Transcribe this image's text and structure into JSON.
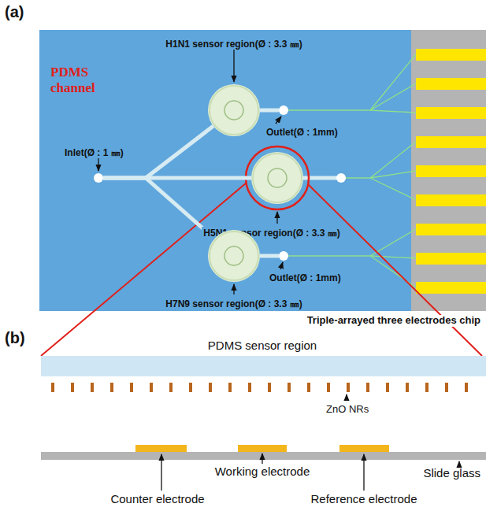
{
  "diagram": {
    "nodes": [
      {
        "text": [
          "H1N1 sensor region(Ø : 3.3 ㎜)"
        ]
      },
      {
        "text": [
          "Outlet(Ø : 1mm)"
        ]
      },
      {
        "text": [
          "Inlet(Ø : 1 ㎜)"
        ]
      },
      {
        "text": [
          "H5N1 sensor region(Ø : 3.3 ㎜)"
        ]
      },
      {
        "text": [
          "Outlet(Ø : 1mm)"
        ]
      },
      {
        "text": [
          "H7N9 sensor region(Ø : 3.3 ㎜)"
        ]
      }
    ],
    "edges": [
      {
        "from": 2,
        "to": 0,
        "arrow": "none"
      },
      {
        "from": 2,
        "to": 3,
        "arrow": "none"
      },
      {
        "from": 2,
        "to": 5,
        "arrow": "none"
      },
      {
        "from": 0,
        "to": 1,
        "arrow": "none"
      },
      {
        "from": 5,
        "to": 4,
        "arrow": "none"
      }
    ],
    "labels": [
      "(a)",
      "PDMS channel",
      "Triple-arrayed three electrodes chip",
      "(b)",
      "PDMS sensor region",
      "ZnO NRs",
      "Working electrode",
      "Slide glass",
      "Counter electrode",
      "Reference electrode"
    ]
  }
}
